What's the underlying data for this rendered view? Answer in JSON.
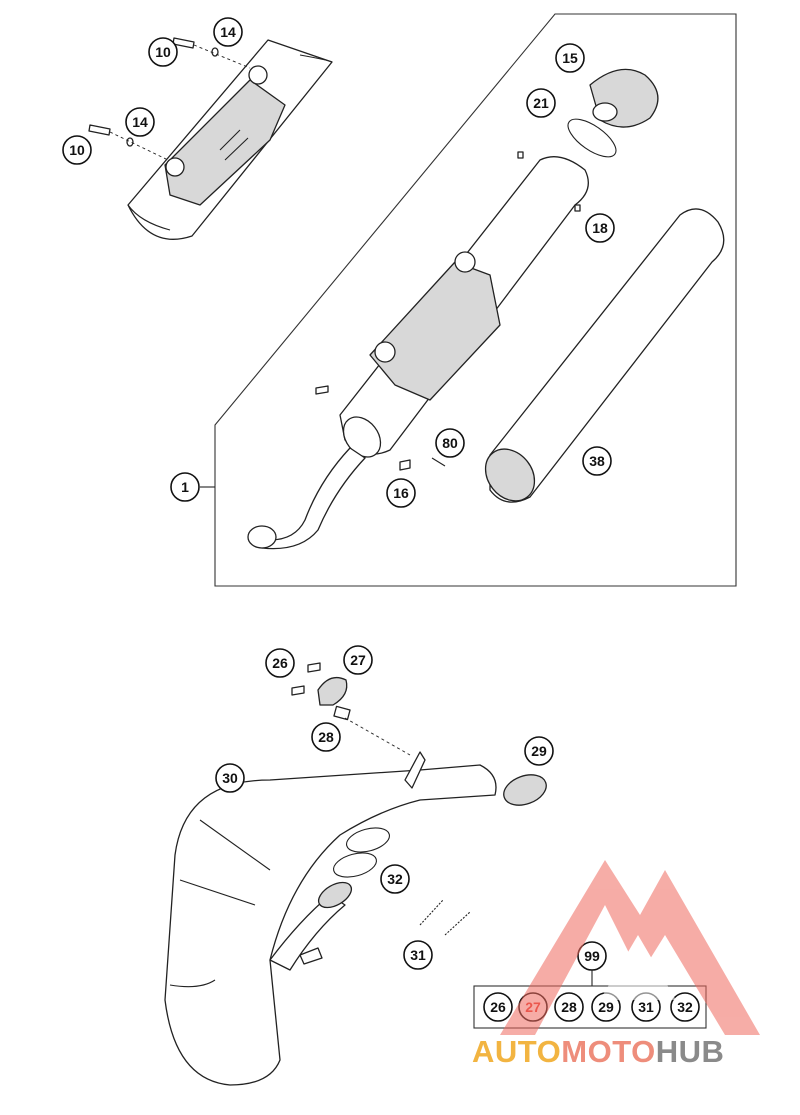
{
  "callouts": {
    "c10a": "10",
    "c14a": "14",
    "c10b": "10",
    "c14b": "14",
    "c15": "15",
    "c21": "21",
    "c18": "18",
    "c1": "1",
    "c80": "80",
    "c16": "16",
    "c38": "38",
    "c26": "26",
    "c27": "27",
    "c28": "28",
    "c29": "29",
    "c30": "30",
    "c32": "32",
    "c31": "31",
    "c99": "99"
  },
  "kit": {
    "items": [
      "26",
      "27",
      "28",
      "29",
      "31",
      "32"
    ],
    "highlight_color": "#e8413a"
  },
  "watermark": {
    "text_a": "AUTO",
    "text_b": "MOTO",
    "text_c": "HUB",
    "colors": {
      "auto": "#f2b441",
      "moto": "#ee8d7b",
      "hub": "#8a8a8a",
      "triangle": "#ef6a5e"
    }
  }
}
